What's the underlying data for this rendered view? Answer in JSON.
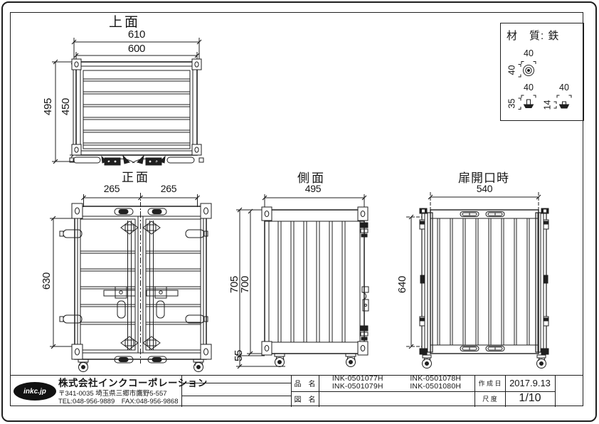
{
  "colors": {
    "ink": "#1f1f1f",
    "paper": "#ffffff"
  },
  "drawing": {
    "views": {
      "top": {
        "title": "上面",
        "dims": {
          "w_outer": "610",
          "w_inner": "600",
          "h_outer": "495",
          "h_inner": "450"
        }
      },
      "front": {
        "title": "正面",
        "dims": {
          "door_left": "265",
          "door_right": "265",
          "height": "630"
        }
      },
      "side": {
        "title": "側面",
        "dims": {
          "width": "495",
          "h_outer": "705",
          "h_inner": "700",
          "caster": "55"
        }
      },
      "open": {
        "title": "扉開口時",
        "dims": {
          "width": "540",
          "height": "640"
        }
      }
    },
    "material_box": {
      "label": "材　質: 鉄",
      "caster_top": {
        "w": "40",
        "h": "40"
      },
      "adjuster": {
        "w": "40",
        "h": "35"
      },
      "glide": {
        "w": "40",
        "h": "14"
      }
    }
  },
  "title_block": {
    "logo": "inkc.jp",
    "company": "株式会社インクコーポレーション",
    "address": "〒341-0035 埼玉県三郷市鷹野5-557",
    "tel_fax": "TEL:048-956-9889　FAX:048-956-9868",
    "item_label": "品　名",
    "part_numbers": [
      "INK-0501077H",
      "INK-0501078H",
      "INK-0501079H",
      "INK-0501080H"
    ],
    "drawing_label": "図　名",
    "drawing_value": "",
    "date_label": "作 成 日",
    "date_value": "2017.9.13",
    "scale_label": "尺 度",
    "scale_value": "1/10"
  }
}
